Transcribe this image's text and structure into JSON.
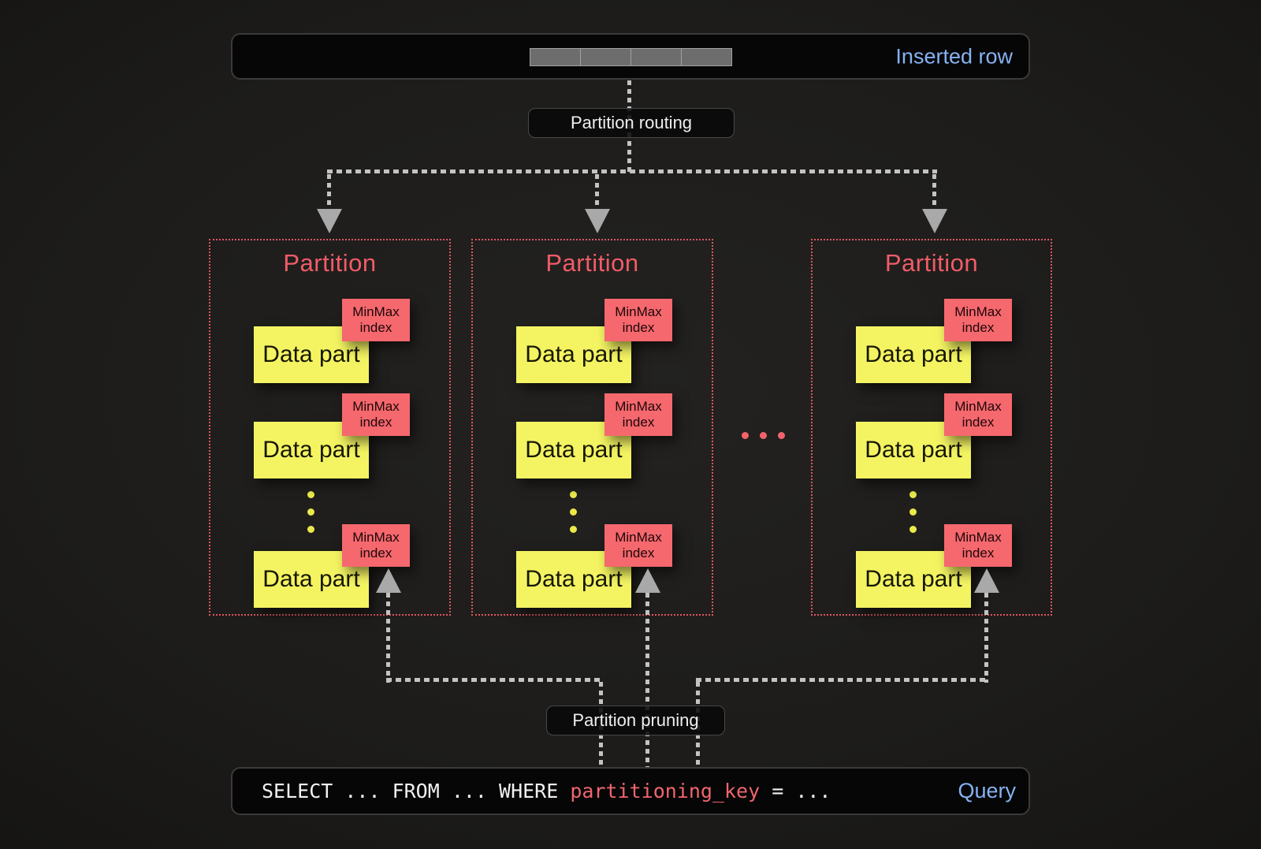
{
  "inserted_row": {
    "label": "Inserted row",
    "cell_count": 4
  },
  "labels": {
    "routing": "Partition routing",
    "pruning": "Partition pruning"
  },
  "partitions": [
    {
      "title": "Partition",
      "parts": [
        {
          "label": "Data part",
          "index": [
            "MinMax",
            "index"
          ]
        },
        {
          "label": "Data part",
          "index": [
            "MinMax",
            "index"
          ]
        },
        {
          "label": "Data part",
          "index": [
            "MinMax",
            "index"
          ]
        }
      ],
      "more_parts_dots": 3
    },
    {
      "title": "Partition",
      "parts": [
        {
          "label": "Data part",
          "index": [
            "MinMax",
            "index"
          ]
        },
        {
          "label": "Data part",
          "index": [
            "MinMax",
            "index"
          ]
        },
        {
          "label": "Data part",
          "index": [
            "MinMax",
            "index"
          ]
        }
      ],
      "more_parts_dots": 3
    },
    {
      "title": "Partition",
      "parts": [
        {
          "label": "Data part",
          "index": [
            "MinMax",
            "index"
          ]
        },
        {
          "label": "Data part",
          "index": [
            "MinMax",
            "index"
          ]
        },
        {
          "label": "Data part",
          "index": [
            "MinMax",
            "index"
          ]
        }
      ],
      "more_parts_dots": 3
    }
  ],
  "more_partitions_dots": 3,
  "query": {
    "text_before": "SELECT ... FROM ... WHERE ",
    "highlight": "partitioning_key",
    "text_after": " = ...",
    "label": "Query"
  },
  "colors": {
    "background": "#1d1c1a",
    "box_fill": "#060606",
    "box_border": "#3a3a3a",
    "accent_blue": "#86b2f3",
    "accent_red": "#f15c68",
    "data_part_yellow": "#f4f463",
    "minmax_red": "#f5686e",
    "partition_border": "#dd5662",
    "connector_gray": "#c3c3c3",
    "query_highlight": "#f0656e",
    "row_cell_gray": "#6d6d6d"
  }
}
